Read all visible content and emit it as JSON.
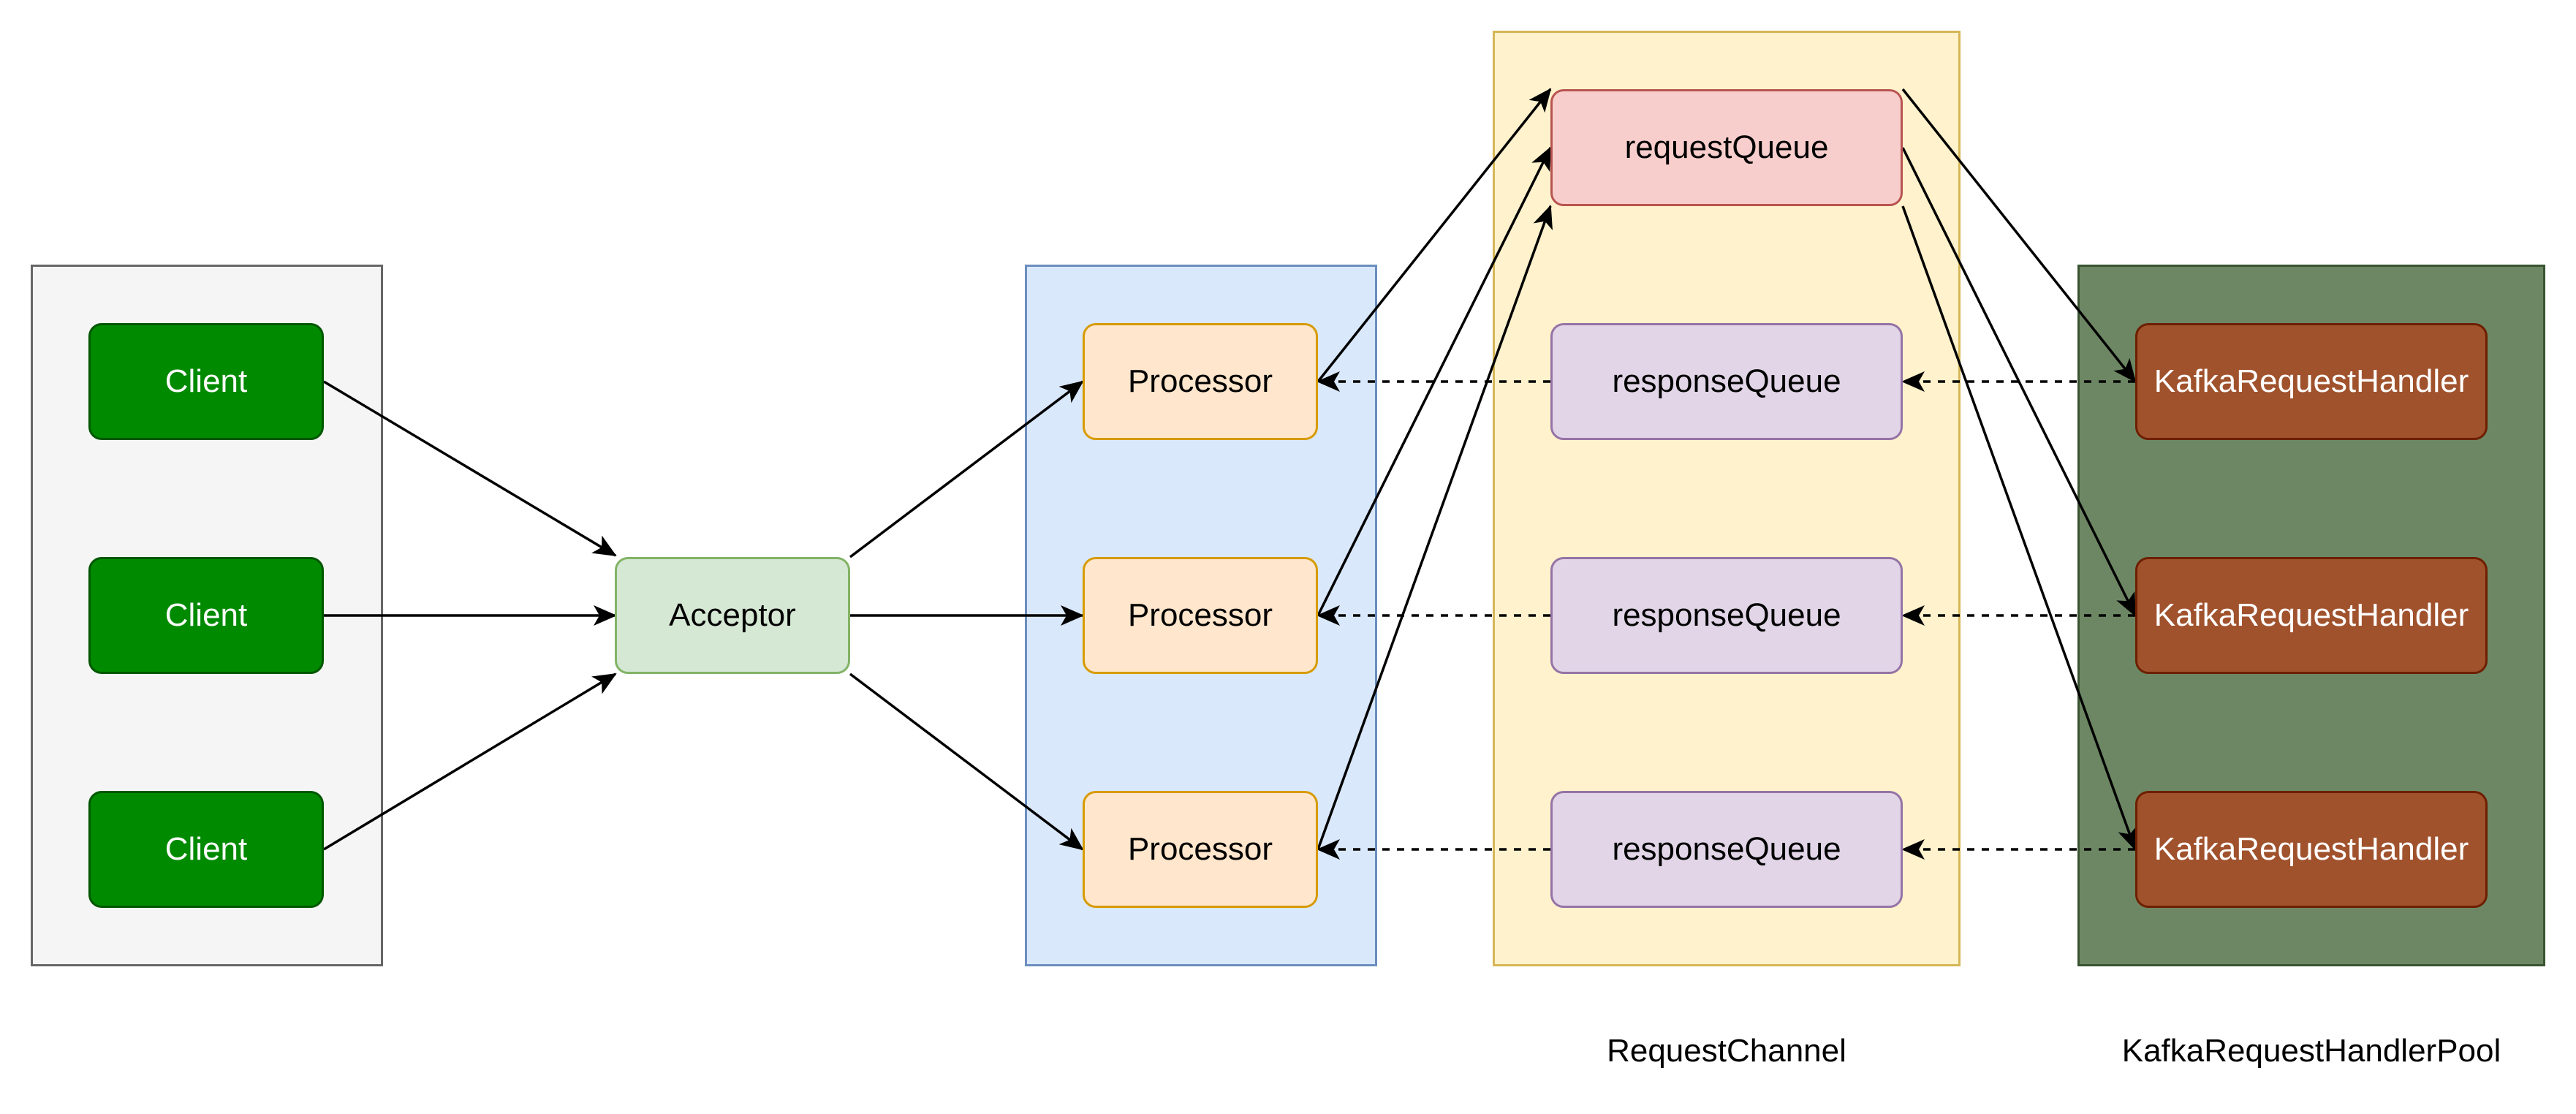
{
  "groups": {
    "clients_group": "",
    "processors_group": "",
    "request_channel": "RequestChannel",
    "handler_pool": "KafkaRequestHandlerPool"
  },
  "nodes": {
    "clients": [
      "Client",
      "Client",
      "Client"
    ],
    "acceptor": "Acceptor",
    "processors": [
      "Processor",
      "Processor",
      "Processor"
    ],
    "request_queue": "requestQueue",
    "response_queues": [
      "responseQueue",
      "responseQueue",
      "responseQueue"
    ],
    "handlers": [
      "KafkaRequestHandler",
      "KafkaRequestHandler",
      "KafkaRequestHandler"
    ]
  },
  "colors": {
    "client_fill": "#008a00",
    "acceptor_fill": "#d5e8d4",
    "processor_fill": "#ffe6cc",
    "request_queue_fill": "#f8cecc",
    "response_queue_fill": "#e1d5e7",
    "handler_fill": "#a0522d",
    "processors_group_fill": "#dae8fc",
    "request_channel_fill": "#fff2cc",
    "handler_pool_fill": "#6d8764"
  },
  "edges": [
    {
      "from": "Client",
      "to": "Acceptor",
      "style": "solid"
    },
    {
      "from": "Acceptor",
      "to": "Processor",
      "style": "solid"
    },
    {
      "from": "Processor",
      "to": "requestQueue",
      "style": "solid"
    },
    {
      "from": "requestQueue",
      "to": "KafkaRequestHandler",
      "style": "solid"
    },
    {
      "from": "KafkaRequestHandler",
      "to": "responseQueue",
      "style": "dashed"
    },
    {
      "from": "responseQueue",
      "to": "Processor",
      "style": "dashed"
    }
  ]
}
